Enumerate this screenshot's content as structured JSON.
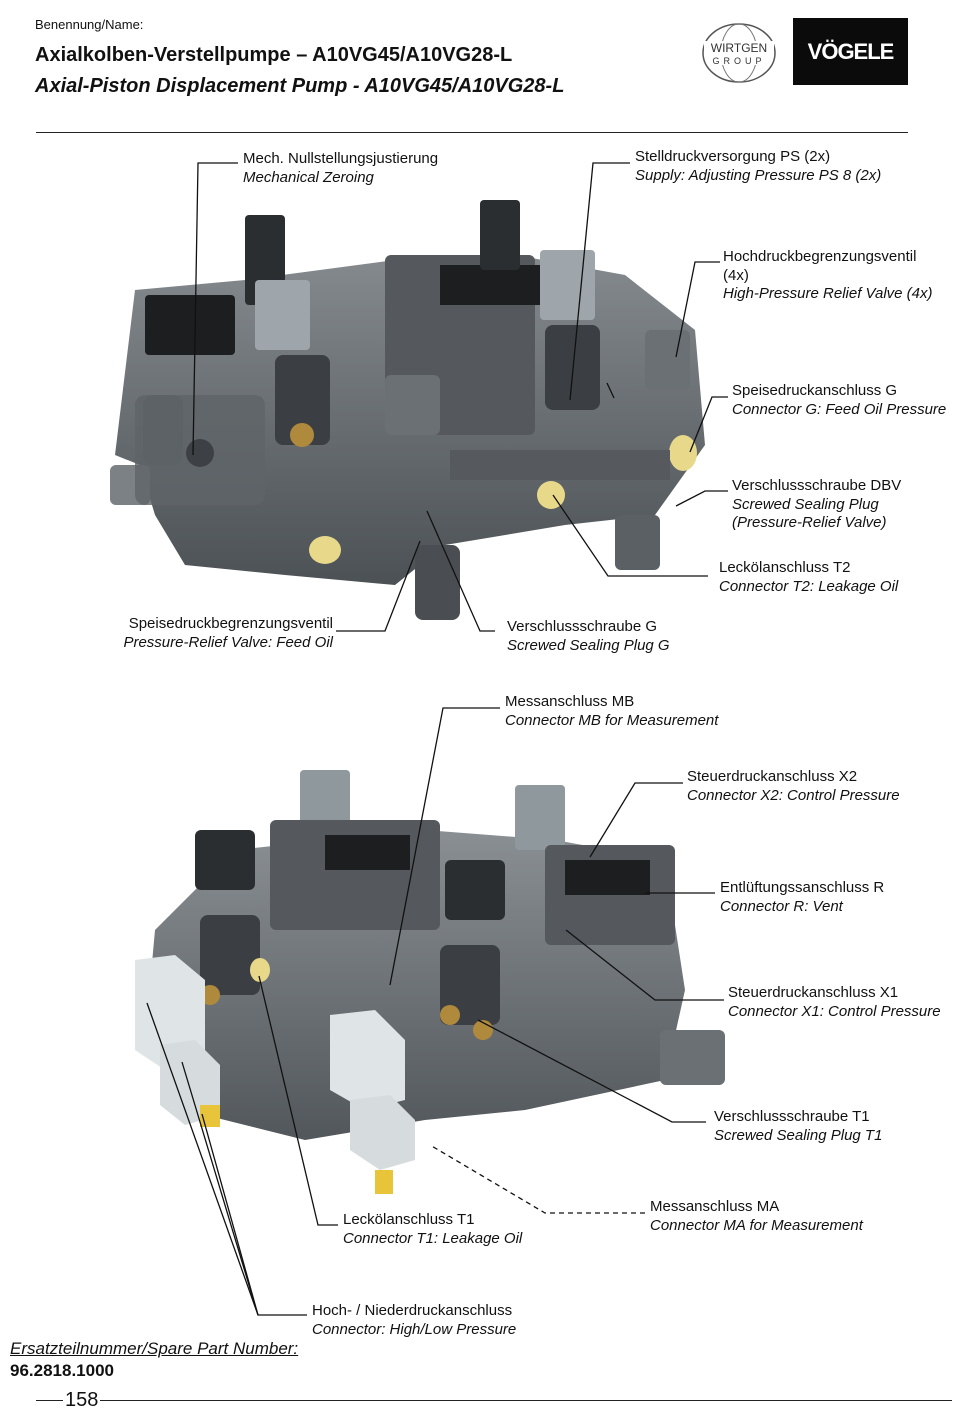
{
  "header": {
    "name_label": "Benennung/Name:",
    "title_de": "Axialkolben-Verstellpumpe – A10VG45/A10VG28-L",
    "title_en": "Axial-Piston Displacement Pump - A10VG45/A10VG28-L"
  },
  "logos": {
    "wirtgen_top": "WIRTGEN",
    "wirtgen_bottom": "GROUP",
    "voegele": "VÖGELE"
  },
  "callouts_top": [
    {
      "de": "Mech. Nullstellungsjustierung",
      "en": "Mechanical Zeroing"
    },
    {
      "de": "Stelldruckversorgung PS (2x)",
      "en": "Supply: Adjusting Pressure PS 8 (2x)"
    },
    {
      "de": "Hochdruckbegrenzungsventil",
      "de2": "(4x)",
      "en": "High-Pressure Relief Valve (4x)"
    },
    {
      "de": "Speisedruckanschluss G",
      "en": "Connector G: Feed Oil Pressure"
    },
    {
      "de": "Verschlussschraube DBV",
      "en": "Screwed Sealing Plug",
      "en2": "(Pressure-Relief Valve)"
    },
    {
      "de": "Leckölanschluss T2",
      "en": "Connector T2: Leakage Oil"
    },
    {
      "de": "Speisedruckbegrenzungsventil",
      "en": "Pressure-Relief Valve: Feed Oil"
    },
    {
      "de": "Verschlussschraube G",
      "en": "Screwed Sealing Plug G"
    }
  ],
  "callouts_bottom": [
    {
      "de": "Messanschluss MB",
      "en": "Connector MB for Measurement"
    },
    {
      "de": "Steuerdruckanschluss X2",
      "en": "Connector X2: Control Pressure"
    },
    {
      "de": "Entlüftungssanschluss R",
      "en": "Connector R: Vent"
    },
    {
      "de": "Steuerdruckanschluss X1",
      "en": "Connector X1: Control Pressure"
    },
    {
      "de": "Verschlussschraube T1",
      "en": "Screwed Sealing Plug T1"
    },
    {
      "de": "Messanschluss MA",
      "en": "Connector MA for Measurement"
    },
    {
      "de": "Leckölanschluss T1",
      "en": "Connector T1: Leakage Oil"
    },
    {
      "de": "Hoch- / Niederdruckanschluss",
      "en": "Connector: High/Low Pressure"
    }
  ],
  "footer": {
    "spare_label": "Ersatzteilnummer/Spare Part Number:",
    "spare_number": "96.2818.1000",
    "page_number": "158"
  },
  "colors": {
    "pump_body": "#6f7478",
    "pump_dark": "#3c4044",
    "plug_yellow": "#e8d98a",
    "cap_white": "#dfe4e6"
  }
}
